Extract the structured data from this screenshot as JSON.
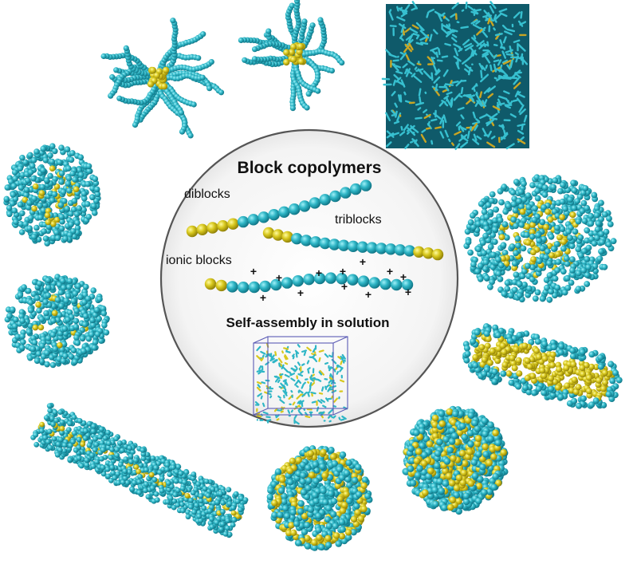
{
  "figure": {
    "center": {
      "title": "Block copolymers",
      "labels": {
        "diblocks": "diblocks",
        "triblocks": "triblocks",
        "ionic_blocks": "ionic blocks"
      },
      "subtitle": "Self-assembly in solution",
      "charge_symbol": "+"
    },
    "colors": {
      "solvophilic_block": "#2fb6c6",
      "solvophobic_block": "#d8c81e",
      "aggregate_shell": "#1d9ab0",
      "aggregate_core": "#c9a523",
      "box_line": "#5b5bb5",
      "circle_border": "#555555"
    },
    "structures": [
      {
        "id": "star-micelle-1",
        "type": "star micelle"
      },
      {
        "id": "star-micelle-2",
        "type": "star micelle"
      },
      {
        "id": "micelle-lattice",
        "type": "ordered micelle lattice"
      },
      {
        "id": "spherical-micelle-small",
        "type": "spherical micelle"
      },
      {
        "id": "elongated-micelle",
        "type": "elongated micelle"
      },
      {
        "id": "large-aggregate",
        "type": "large aggregate"
      },
      {
        "id": "rod-micelle",
        "type": "rod micelle"
      },
      {
        "id": "worm-micelle",
        "type": "worm-like micelle"
      },
      {
        "id": "vesicle",
        "type": "vesicle cross-section"
      },
      {
        "id": "sphere-aggregate",
        "type": "spherical aggregate"
      }
    ]
  }
}
